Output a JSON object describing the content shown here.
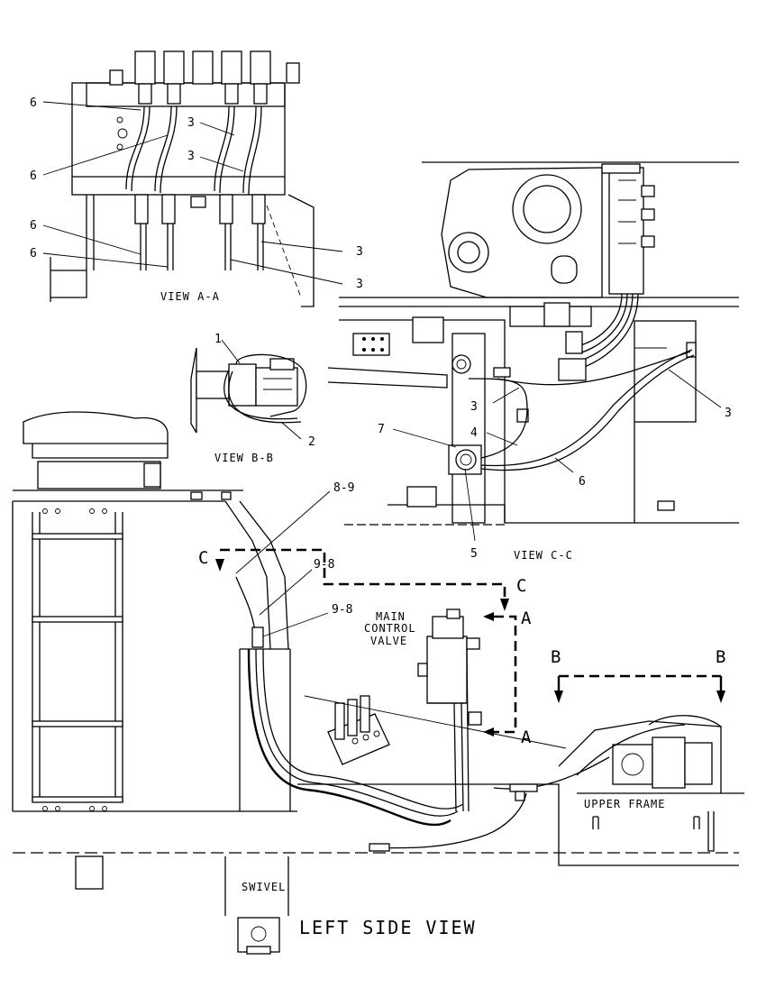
{
  "views": {
    "view_a": "VIEW A-A",
    "view_b": "VIEW B-B",
    "view_c": "VIEW C-C",
    "left_side": "LEFT SIDE VIEW"
  },
  "labels": {
    "main_control_valve": [
      "MAIN",
      "CONTROL",
      "VALVE"
    ],
    "upper_frame": "UPPER FRAME",
    "swivel": "SWIVEL"
  },
  "section_markers": {
    "a": "A",
    "b": "B",
    "c": "C"
  },
  "callouts": {
    "view_a": [
      "6",
      "6",
      "3",
      "3",
      "6",
      "6",
      "3",
      "3"
    ],
    "view_b": [
      "1",
      "2"
    ],
    "view_c": [
      "3",
      "3",
      "7",
      "4",
      "6",
      "5"
    ],
    "left_side": [
      "8-9",
      "9-8",
      "9-8"
    ]
  }
}
